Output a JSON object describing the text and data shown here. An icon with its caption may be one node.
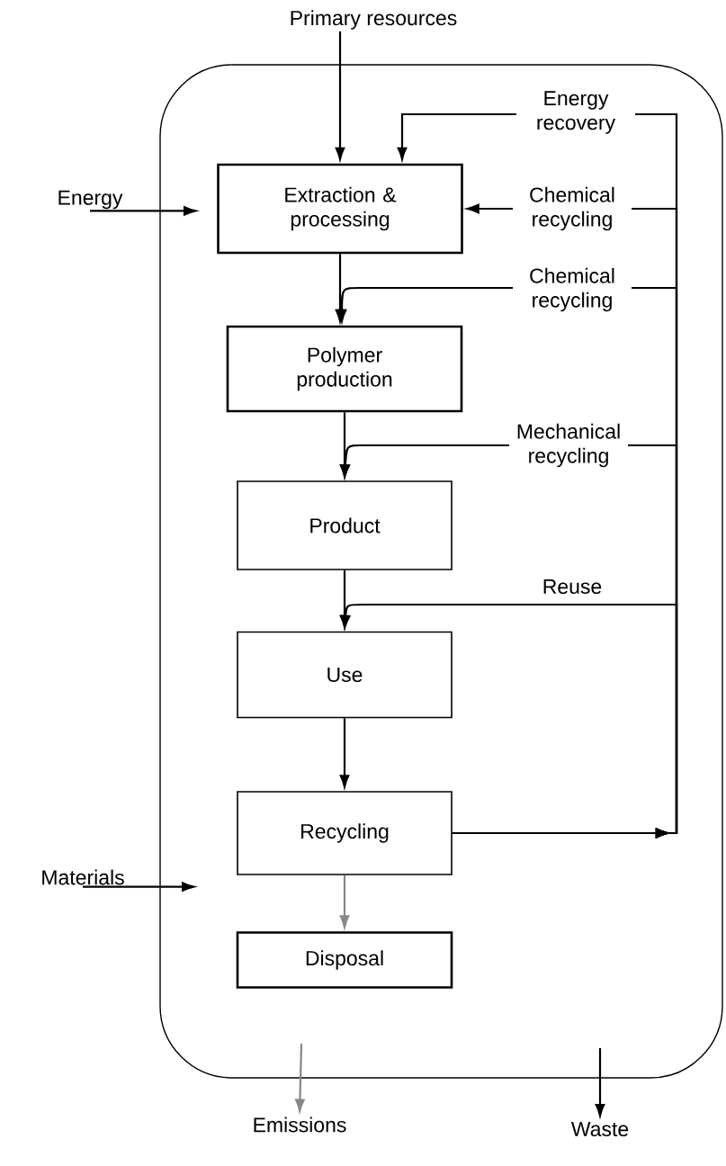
{
  "diagram": {
    "nodes": [
      {
        "text": [],
        "shape": "box"
      },
      {
        "text": [
          "Extraction & processing"
        ],
        "in": 0
      },
      {
        "text": [
          "Polymer production"
        ],
        "in": 0
      },
      {
        "text": [
          "Product"
        ],
        "in": 0
      },
      {
        "text": [
          "Use"
        ],
        "in": 0
      },
      {
        "text": [
          "Recycling"
        ],
        "in": 0
      },
      {
        "text": [
          "Disposal"
        ],
        "in": 0
      },
      {
        "text": [
          "Primary resources"
        ]
      },
      {
        "text": [
          "Energy"
        ]
      },
      {
        "text": [
          "Materials"
        ]
      },
      {
        "text": [
          "Emissions"
        ]
      },
      {
        "text": [
          "Waste"
        ]
      }
    ],
    "edges": [
      {
        "from": 7,
        "to": 1,
        "arrow": "to"
      },
      {
        "from": 1,
        "to": 2,
        "arrow": "to"
      },
      {
        "from": 2,
        "to": 3,
        "arrow": "to"
      },
      {
        "from": 3,
        "to": 4,
        "arrow": "to"
      },
      {
        "from": 4,
        "to": 5,
        "arrow": "to"
      },
      {
        "from": 5,
        "to": 6,
        "arrow": "to",
        "color": "#888888"
      },
      {
        "from": 8,
        "to": null,
        "arrow": "to"
      },
      {
        "from": 9,
        "to": null,
        "arrow": "to"
      },
      {
        "from": null,
        "to": 10,
        "arrow": "to",
        "color": "#888888"
      },
      {
        "from": null,
        "to": 11,
        "arrow": "to"
      },
      {
        "from": 5,
        "to": 1,
        "arrow": "to",
        "label": "Energy recovery"
      },
      {
        "from": 5,
        "to": 1,
        "arrow": "to",
        "label": "Chemical recycling"
      },
      {
        "from": 5,
        "to": 2,
        "arrow": "to",
        "label": "Chemical recycling"
      },
      {
        "from": 5,
        "to": 3,
        "arrow": "to",
        "label": "Mechanical recycling"
      },
      {
        "from": 5,
        "to": 4,
        "arrow": "to",
        "label": "Reuse"
      }
    ]
  }
}
